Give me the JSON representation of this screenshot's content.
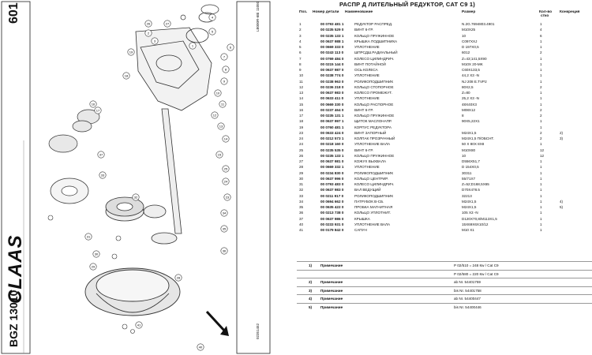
{
  "sheet": {
    "page_number": "601",
    "brand": "CLAAS",
    "model": "BGZ 13010",
    "drawing_code": "LB000R-6Bi",
    "drawing_number": "02351452",
    "code_top": "11050",
    "title": "РАСПР Д ЛИТЕЛЬНЫЙ РЕДУКТОР, CAT C9 1)"
  },
  "parts_table": {
    "headers": {
      "pos": "Поз.",
      "number": "Номер детали",
      "name": "Наименование",
      "size": "Размер",
      "qty": "Кол-во",
      "qty2": "стко",
      "cond": "Конкреция"
    },
    "rows": [
      {
        "pos": "1",
        "number": "00 0793 481 1",
        "name": "РЕДУКТОР РАСПРЕД.",
        "size": "N.2G.7694803.4901",
        "qty": "1",
        "cond": ""
      },
      {
        "pos": "2",
        "number": "00 0235 529 0",
        "name": "ВИНТ 6-ГР.",
        "size": "M10X25",
        "qty": "4",
        "cond": ""
      },
      {
        "pos": "3",
        "number": "00 0235 133 1",
        "name": "КОЛЬЦО ПРУЖИННОЕ",
        "size": "10",
        "qty": "6",
        "cond": ""
      },
      {
        "pos": "4",
        "number": "00 0637 988 1",
        "name": "КРЫШКА ПОДШИПНИКА",
        "size": "C097XXJ",
        "qty": "1",
        "cond": ""
      },
      {
        "pos": "5",
        "number": "00 0669 333 0",
        "name": "УПЛОТНЕНИЕ",
        "size": "D 197X0,5",
        "qty": "1",
        "cond": ""
      },
      {
        "pos": "6",
        "number": "00 0243 113 0",
        "name": "ШПРСДШ.РАДИАЛЬНЫЙ",
        "size": "6012",
        "qty": "2",
        "cond": ""
      },
      {
        "pos": "7",
        "number": "00 0769 484 0",
        "name": "КОЛЕСО ЦИЛИНДРИЧ.",
        "size": "Z=43;141,5X90",
        "qty": "1",
        "cond": ""
      },
      {
        "pos": "8",
        "number": "00 0215 144 0",
        "name": "ВИНТ ПОТАЙНОЙ",
        "size": "M10X 20-MK",
        "qty": "1",
        "cond": ""
      },
      {
        "pos": "9",
        "number": "00 0637 987 0",
        "name": "ОСЬ КОЛЕСА",
        "size": "C60X133,5",
        "qty": "1",
        "cond": ""
      },
      {
        "pos": "10",
        "number": "00 0238 774 0",
        "name": "УПЛОТНЕНИЕ",
        "size": "44,2 X3 -N",
        "qty": "1",
        "cond": ""
      },
      {
        "pos": "11",
        "number": "00 0238 963 0",
        "name": "РОЛИКОПОДШИПНИК",
        "size": "NJ 208 E.TVP2",
        "qty": "1",
        "cond": ""
      },
      {
        "pos": "12",
        "number": "00 0236 218 0",
        "name": "КОЛЬЦО СТОПОРНОЕ",
        "size": "80X2,5",
        "qty": "2",
        "cond": ""
      },
      {
        "pos": "13",
        "number": "00 0637 983 0",
        "name": "КОЛЕСО ПРОМЕЖУТ.",
        "size": "Z=80",
        "qty": "1",
        "cond": ""
      },
      {
        "pos": "14",
        "number": "00 0633 411 0",
        "name": "УПЛОТНЕНИЕ",
        "size": "25,2 X3 -N",
        "qty": "1",
        "cond": ""
      },
      {
        "pos": "15",
        "number": "00 0669 330 0",
        "name": "КОЛЬЦО РАСПОРНОЕ",
        "size": "48X40X3",
        "qty": "1",
        "cond": ""
      },
      {
        "pos": "16",
        "number": "00 0237 464 0",
        "name": "ВИНТ 6-ГР.",
        "size": "M08X12",
        "qty": "2",
        "cond": ""
      },
      {
        "pos": "17",
        "number": "00 0235 131 1",
        "name": "КОЛЬЦО ПРУЖИННОЕ",
        "size": "8",
        "qty": "2",
        "cond": ""
      },
      {
        "pos": "18",
        "number": "00 0637 997 1",
        "name": "ЩИТОК МАСЛОНАПР.",
        "size": "90X5,22X1",
        "qty": "1",
        "cond": ""
      },
      {
        "pos": "19",
        "number": "00 0760 481 1",
        "name": "КОРПУС РЕДУКТОРА",
        "size": "",
        "qty": "1",
        "cond": ""
      },
      {
        "pos": "23",
        "number": "00 0633 424 0",
        "name": "ВИНТ ЗАПОРНЫЙ",
        "size": "M24X1,5",
        "qty": "2",
        "cond": "2)"
      },
      {
        "pos": "24",
        "number": "00 0212 573 1",
        "name": "КОЛПАК ПРОЗРАЧНЫЙ",
        "size": "M24X1,5 П/ОБСНТ.",
        "qty": "2",
        "cond": "3)"
      },
      {
        "pos": "24",
        "number": "00 0218 160 0",
        "name": "УПЛОТНЕНИЕ ВАЛА",
        "size": "50 X 80X 8X8",
        "qty": "1",
        "cond": ""
      },
      {
        "pos": "25",
        "number": "00 0235 535 0",
        "name": "ВИНТ 6-ГР.",
        "size": "M10X80",
        "qty": "12",
        "cond": ""
      },
      {
        "pos": "26",
        "number": "00 0235 133 1",
        "name": "КОЛЬЦО ПРУЖИННОЕ",
        "size": "10",
        "qty": "12",
        "cond": ""
      },
      {
        "pos": "27",
        "number": "00 0637 981 0",
        "name": "КОЖУХ ВЫХВАЛА",
        "size": "D556X51,7",
        "qty": "1",
        "cond": ""
      },
      {
        "pos": "28",
        "number": "00 0669 332 1",
        "name": "УПЛОТНЕНИЕ",
        "size": "D 154X0,5",
        "qty": "1",
        "cond": ""
      },
      {
        "pos": "29",
        "number": "00 0234 830 0",
        "name": "РОЛИКОПОДШИПНИК",
        "size": "30311",
        "qty": "1",
        "cond": ""
      },
      {
        "pos": "30",
        "number": "00 0637 996 0",
        "name": "КОЛЬЦО ЦЕНТРИР.",
        "size": "55/71X7",
        "qty": "1",
        "cond": ""
      },
      {
        "pos": "31",
        "number": "00 0793 483 0",
        "name": "КОЛЕСО ЦИЛИНДРИЧ.",
        "size": "Z=52;D168,5X65",
        "qty": "1",
        "cond": ""
      },
      {
        "pos": "32",
        "number": "00 0637 983 0",
        "name": "ВАЛ ВЕДУЩИЙ",
        "size": "D70X478.5",
        "qty": "1",
        "cond": ""
      },
      {
        "pos": "33",
        "number": "00 0211 917 0",
        "name": "РОЛИКОПОДШИПНИК",
        "size": "32213",
        "qty": "1",
        "cond": ""
      },
      {
        "pos": "34",
        "number": "00 0694 662 0",
        "name": "ПАТРУБОК В-СБ.",
        "size": "M24X1,5",
        "qty": "1",
        "cond": "4)"
      },
      {
        "pos": "35",
        "number": "00 0635 422 0",
        "name": "ПРОБКА МАГНИТНАЯ",
        "size": "M24X1,5",
        "qty": "1",
        "cond": "5)"
      },
      {
        "pos": "36",
        "number": "00 0213 738 0",
        "name": "КОЛЬЦО УПЛОТНИТ.",
        "size": "105 X3 -N",
        "qty": "1",
        "cond": ""
      },
      {
        "pos": "37",
        "number": "00 0637 986 0",
        "name": "КРЫШКА",
        "size": "D120X70,8/M113X1,5",
        "qty": "1",
        "cond": ""
      },
      {
        "pos": "40",
        "number": "00 0233 931 0",
        "name": "УПЛОТНЕНИЕ ВАЛА",
        "size": "15X69X6X10/12",
        "qty": "1",
        "cond": ""
      },
      {
        "pos": "41",
        "number": "00 0179 842 0",
        "name": "САПУН",
        "size": "M10 X1",
        "qty": "1",
        "cond": ""
      }
    ]
  },
  "notes": [
    {
      "no": "1)",
      "label": "Примечание",
      "value": "P 02/510 = 248 Кw / Cat C9"
    },
    {
      "no": "",
      "label": "",
      "value": "P 02/580 = 220 Кw / Cat C9"
    },
    {
      "no": "2)",
      "label": "Примечание",
      "value": "ab Nr. 54401759"
    },
    {
      "no": "3)",
      "label": "Примечание",
      "value": "bis Nr. 54401758"
    },
    {
      "no": "4)",
      "label": "Примечание",
      "value": "ab Nr. 54400447"
    },
    {
      "no": "5)",
      "label": "Примечание",
      "value": "bis Nr. 54400446"
    }
  ],
  "callouts": [
    "1",
    "2",
    "3",
    "4",
    "5",
    "6",
    "7",
    "8",
    "9",
    "10",
    "11",
    "12",
    "13",
    "14",
    "15",
    "16",
    "17",
    "18",
    "19",
    "23",
    "24",
    "25",
    "26",
    "27",
    "28",
    "29",
    "30",
    "31",
    "32",
    "33",
    "34",
    "35",
    "36",
    "37",
    "40",
    "41"
  ]
}
